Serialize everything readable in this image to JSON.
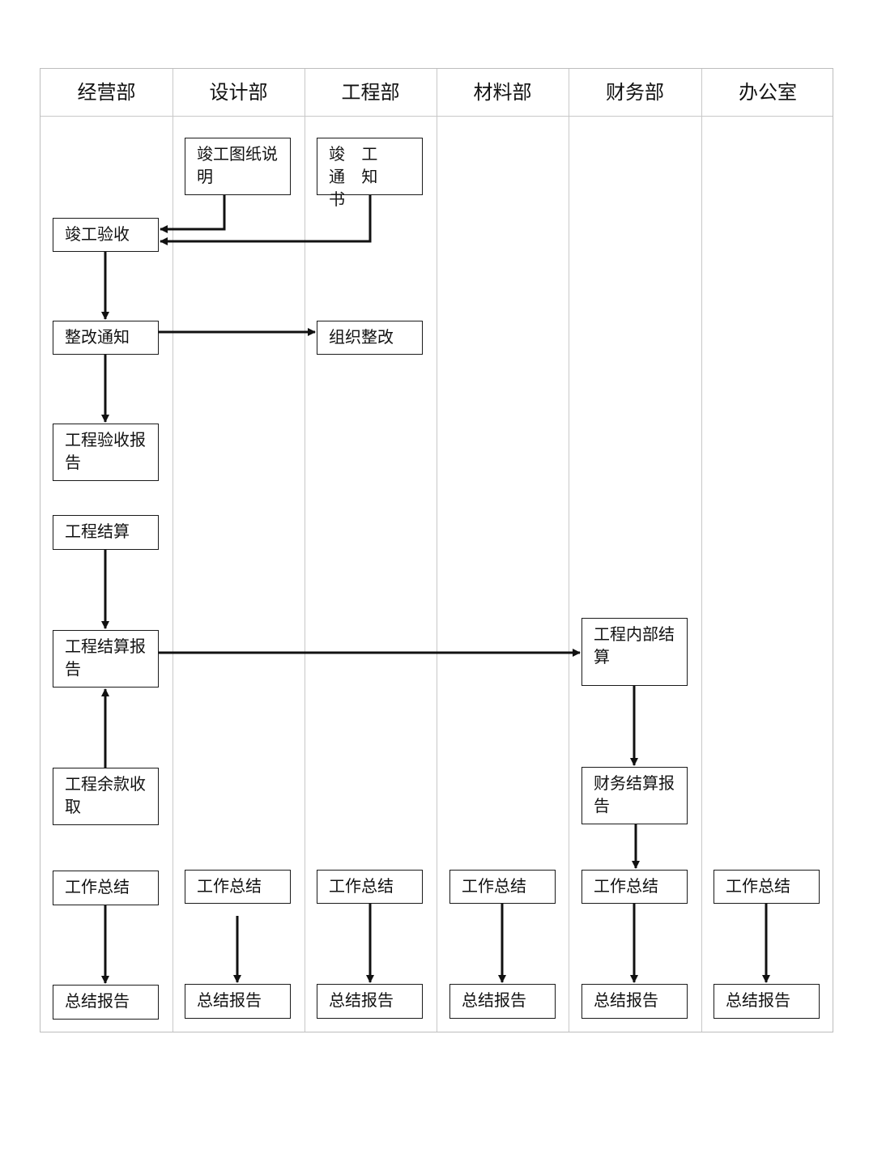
{
  "lanes": [
    "经营部",
    "设计部",
    "工程部",
    "材料部",
    "财务部",
    "办公室"
  ],
  "nodes": {
    "as_built_drawings": "竣工图纸说明",
    "completion_notice": "竣 工 通 知 书",
    "completion_acceptance": "竣工验收",
    "rectification_notice": "整改通知",
    "organize_rectification": "组织整改",
    "acceptance_report": "工程验收报告",
    "project_settlement": "工程结算",
    "settlement_report": "工程结算报告",
    "internal_settlement": "工程内部结算",
    "balance_collection": "工程余款收取",
    "finance_settlement_report": "财务结算报告",
    "summary_sales": "工作总结",
    "summary_design": "工作总结",
    "summary_engineering": "工作总结",
    "summary_materials": "工作总结",
    "summary_finance": "工作总结",
    "summary_office": "工作总结",
    "report_sales": "总结报告",
    "report_design": "总结报告",
    "report_engineering": "总结报告",
    "report_materials": "总结报告",
    "report_finance": "总结报告",
    "report_office": "总结报告"
  },
  "colors": {
    "line": "#111111",
    "grid": "#c8c8c8"
  }
}
